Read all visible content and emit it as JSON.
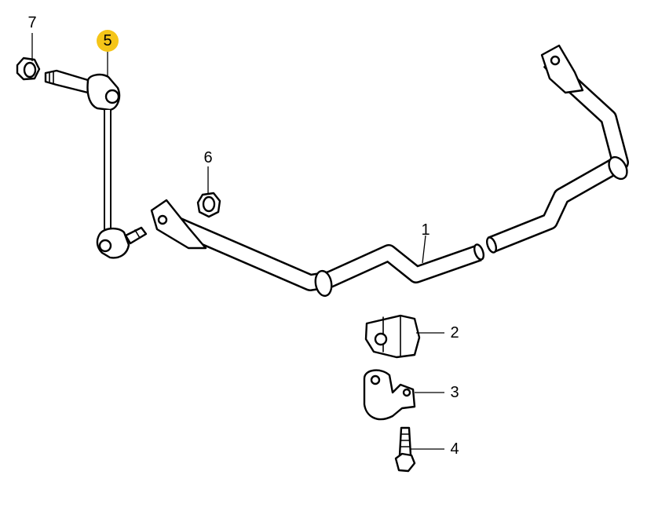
{
  "highlight_color": "#f5c518",
  "callouts": [
    {
      "id": "1",
      "label": "1"
    },
    {
      "id": "2",
      "label": "2"
    },
    {
      "id": "3",
      "label": "3"
    },
    {
      "id": "4",
      "label": "4"
    },
    {
      "id": "5",
      "label": "5",
      "highlighted": true
    },
    {
      "id": "6",
      "label": "6"
    },
    {
      "id": "7",
      "label": "7"
    }
  ]
}
